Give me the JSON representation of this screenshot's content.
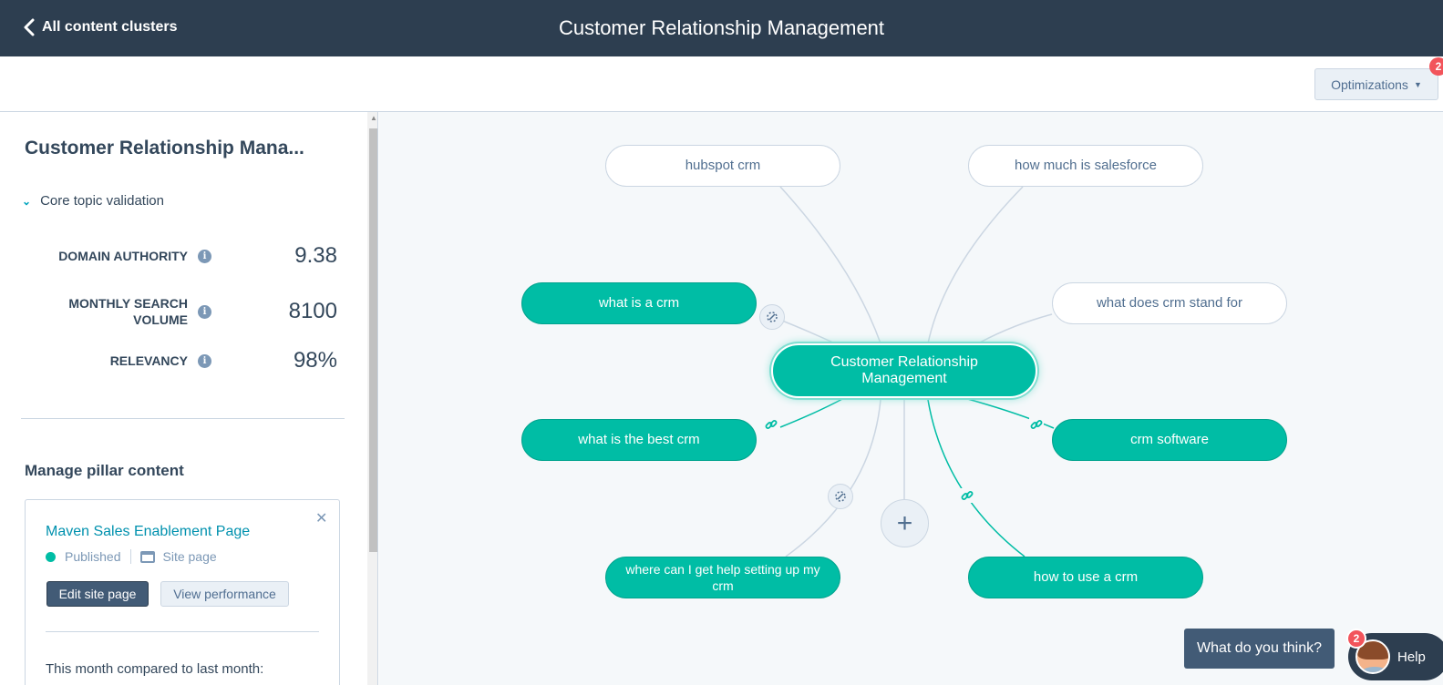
{
  "header": {
    "back_label": "All content clusters",
    "title": "Customer Relationship Management"
  },
  "toolbar": {
    "optimizations_label": "Optimizations",
    "optimizations_badge": "2"
  },
  "sidebar": {
    "title": "Customer Relationship Mana...",
    "validation_toggle": "Core topic validation",
    "metrics": [
      {
        "label": "DOMAIN AUTHORITY",
        "value": "9.38"
      },
      {
        "label": "MONTHLY SEARCH VOLUME",
        "value": "8100"
      },
      {
        "label": "RELEVANCY",
        "value": "98%"
      }
    ],
    "info_icon_glyph": "i",
    "manage_title": "Manage pillar content",
    "pillar": {
      "page_name": "Maven Sales Enablement Page",
      "status": "Published",
      "type": "Site page",
      "edit_label": "Edit site page",
      "view_label": "View performance",
      "compare_text": "This month compared to last month:"
    }
  },
  "map": {
    "center": "Customer Relationship Management",
    "nodes": [
      {
        "label": "hubspot crm",
        "state": "empty"
      },
      {
        "label": "how much is salesforce",
        "state": "empty"
      },
      {
        "label": "what is a crm",
        "state": "filled"
      },
      {
        "label": "what does crm stand for",
        "state": "empty"
      },
      {
        "label": "what is the best crm",
        "state": "filled"
      },
      {
        "label": "crm software",
        "state": "filled"
      },
      {
        "label": "where can I get help setting up my crm",
        "state": "filled"
      },
      {
        "label": "how to use a crm",
        "state": "filled"
      }
    ],
    "add_label": "+"
  },
  "feedback": {
    "label": "What do you think?"
  },
  "help": {
    "label": "Help",
    "badge": "2"
  },
  "colors": {
    "header_bg": "#2d3e50",
    "accent": "#00bda5",
    "link": "#0091ae",
    "badge": "#f2545b"
  }
}
